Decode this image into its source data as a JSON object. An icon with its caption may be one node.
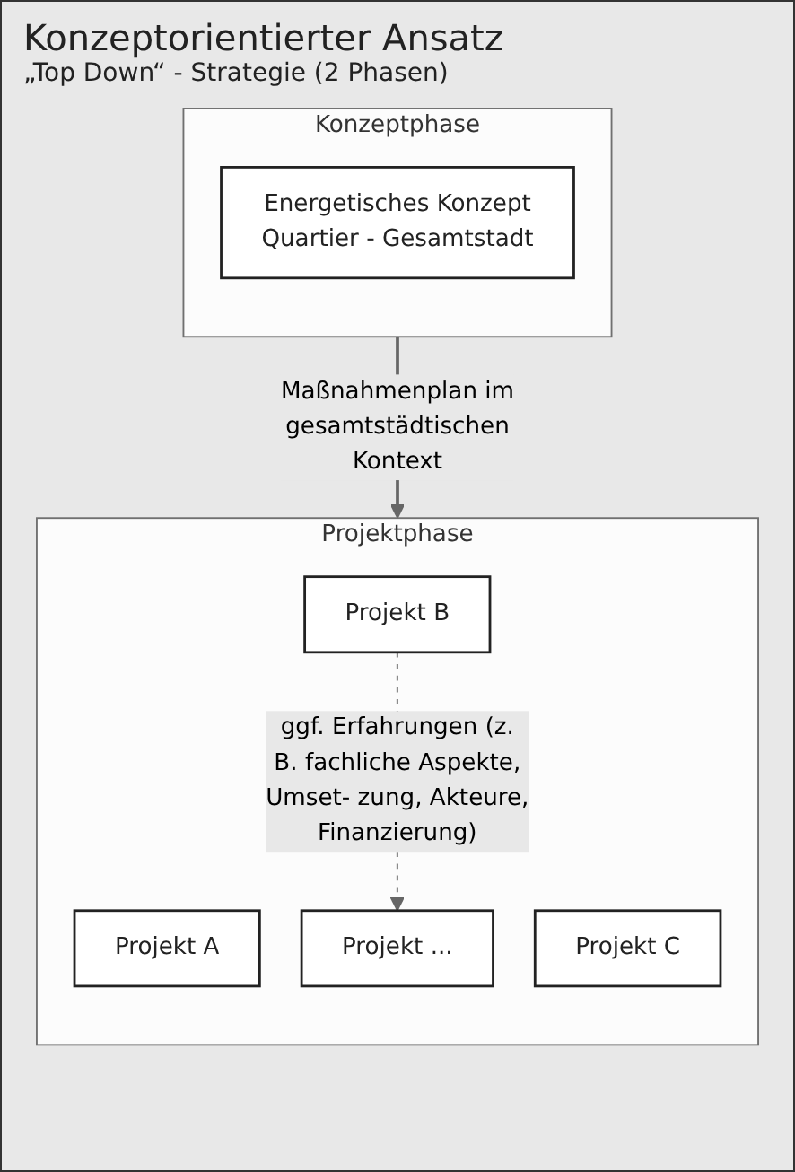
{
  "diagram": {
    "title": "Konzeptorientierter Ansatz",
    "nodes": [
      {
        "text": [
          "Konzeptphase"
        ]
      },
      {
        "text": [
          "Energetisches Konzept",
          "Quartier - Gesamtstadt"
        ],
        "in": 0
      },
      {
        "text": [
          "Projektphase"
        ]
      },
      {
        "text": [
          "Projekt A"
        ],
        "in": 2
      },
      {
        "text": [
          "Projekt B"
        ],
        "in": 2
      },
      {
        "text": [
          "Projekt C"
        ],
        "in": 2
      },
      {
        "text": [
          "Projekt ..."
        ],
        "in": 2
      }
    ],
    "edges": [
      {
        "from": 0,
        "to": 2,
        "arrow": "to",
        "label": "Maßnahmenplan im gesamtstädtischen Kontext"
      },
      {
        "from": 4,
        "to": 6,
        "arrow": "to",
        "style": "dashed",
        "label": "ggf. Erfahrungen (z. B. fachliche Aspekte, Umset- zung, Akteure, Finanzierung)"
      }
    ],
    "labels": [
      "„Top Down“ - Strategie (2 Phasen)"
    ]
  }
}
